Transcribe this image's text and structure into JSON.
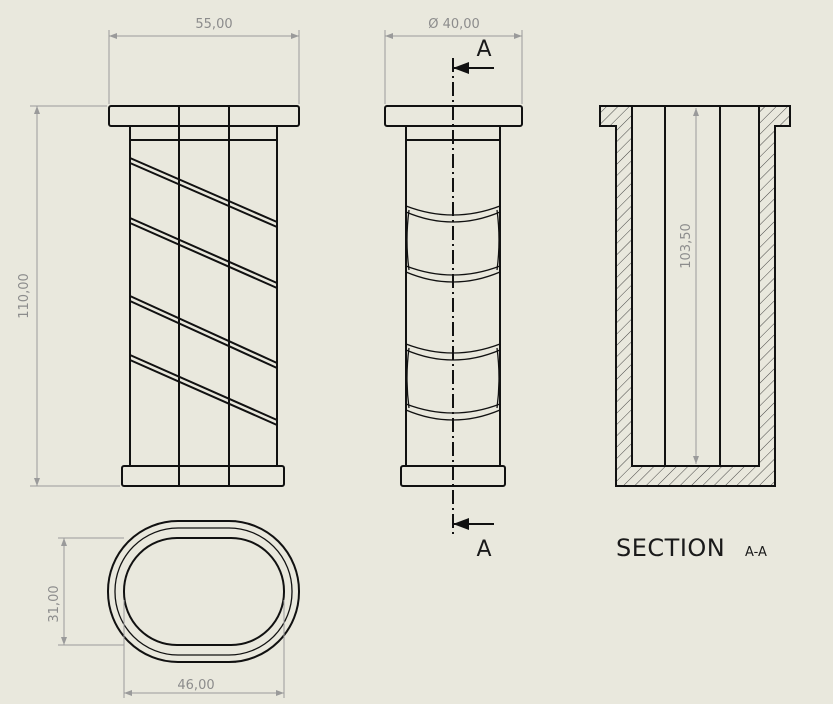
{
  "dimensions": {
    "front_width": "55,00",
    "side_diameter": "Ø 40,00",
    "height": "110,00",
    "section_inner_height": "103,50",
    "top_minor": "31,00",
    "top_major": "46,00"
  },
  "section": {
    "cut_label_top": "A",
    "cut_label_bottom": "A",
    "title": "SECTION",
    "subtitle": "A-A"
  },
  "colors": {
    "background": "#e9e8dd",
    "object_line": "#111111",
    "dimension_line": "#9a9a9a",
    "dimension_text": "#8c8c8c"
  }
}
